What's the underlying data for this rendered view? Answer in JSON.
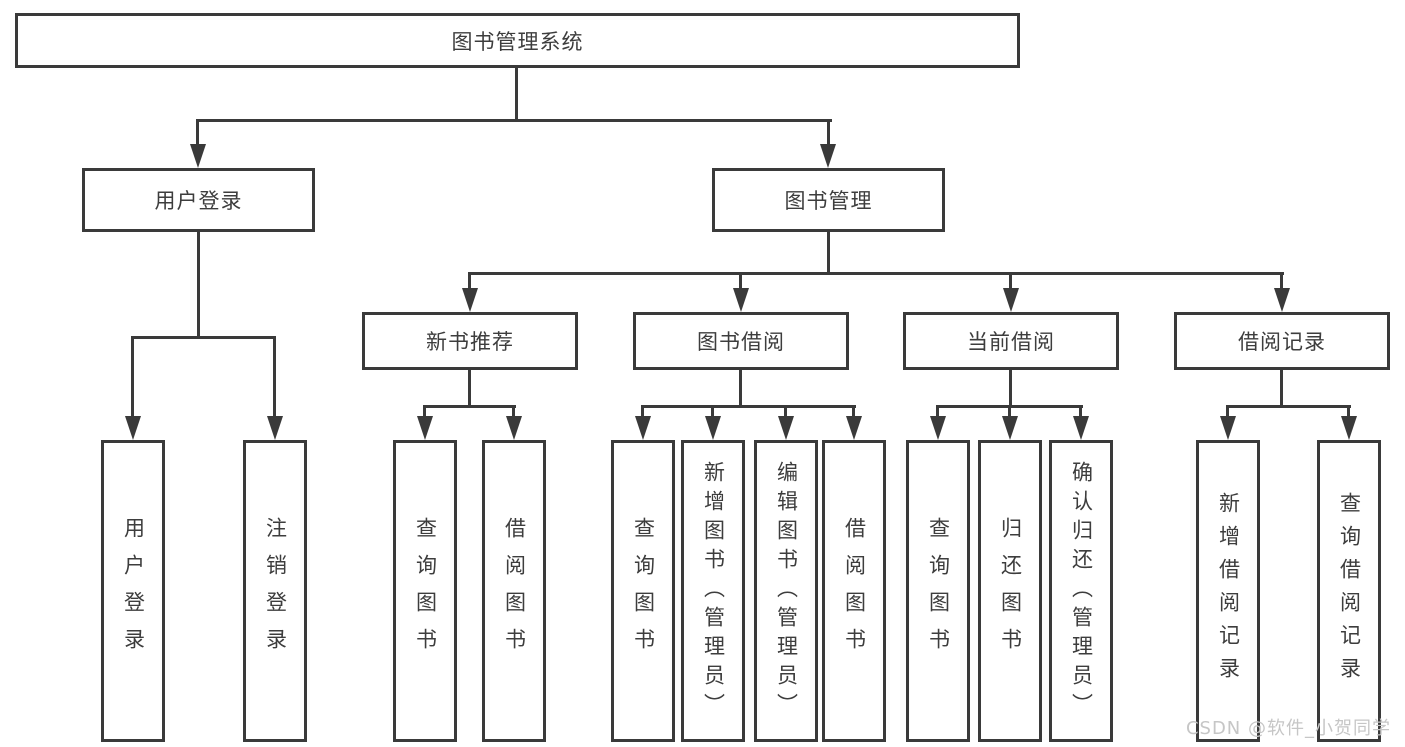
{
  "diagram": {
    "root": {
      "label": "图书管理系统",
      "children": [
        {
          "label": "用户登录",
          "children": [
            {
              "label": "用户登录"
            },
            {
              "label": "注销登录"
            }
          ]
        },
        {
          "label": "图书管理",
          "children": [
            {
              "label": "新书推荐",
              "children": [
                {
                  "label": "查询图书"
                },
                {
                  "label": "借阅图书"
                }
              ]
            },
            {
              "label": "图书借阅",
              "children": [
                {
                  "label": "查询图书"
                },
                {
                  "label": "新增图书（管理员）"
                },
                {
                  "label": "编辑图书（管理员）"
                },
                {
                  "label": "借阅图书"
                }
              ]
            },
            {
              "label": "当前借阅",
              "children": [
                {
                  "label": "查询图书"
                },
                {
                  "label": "归还图书"
                },
                {
                  "label": "确认归还（管理员）"
                }
              ]
            },
            {
              "label": "借阅记录",
              "children": [
                {
                  "label": "新增借阅记录"
                },
                {
                  "label": "查询借阅记录"
                }
              ]
            }
          ]
        }
      ]
    },
    "watermark": "CSDN @软件_小贺同学",
    "colors": {
      "line": "#3a3a3a",
      "text": "#3d3d3d",
      "box_fill": "#ffffff",
      "watermark": "#c6c6c6",
      "background": "#ffffff"
    }
  }
}
